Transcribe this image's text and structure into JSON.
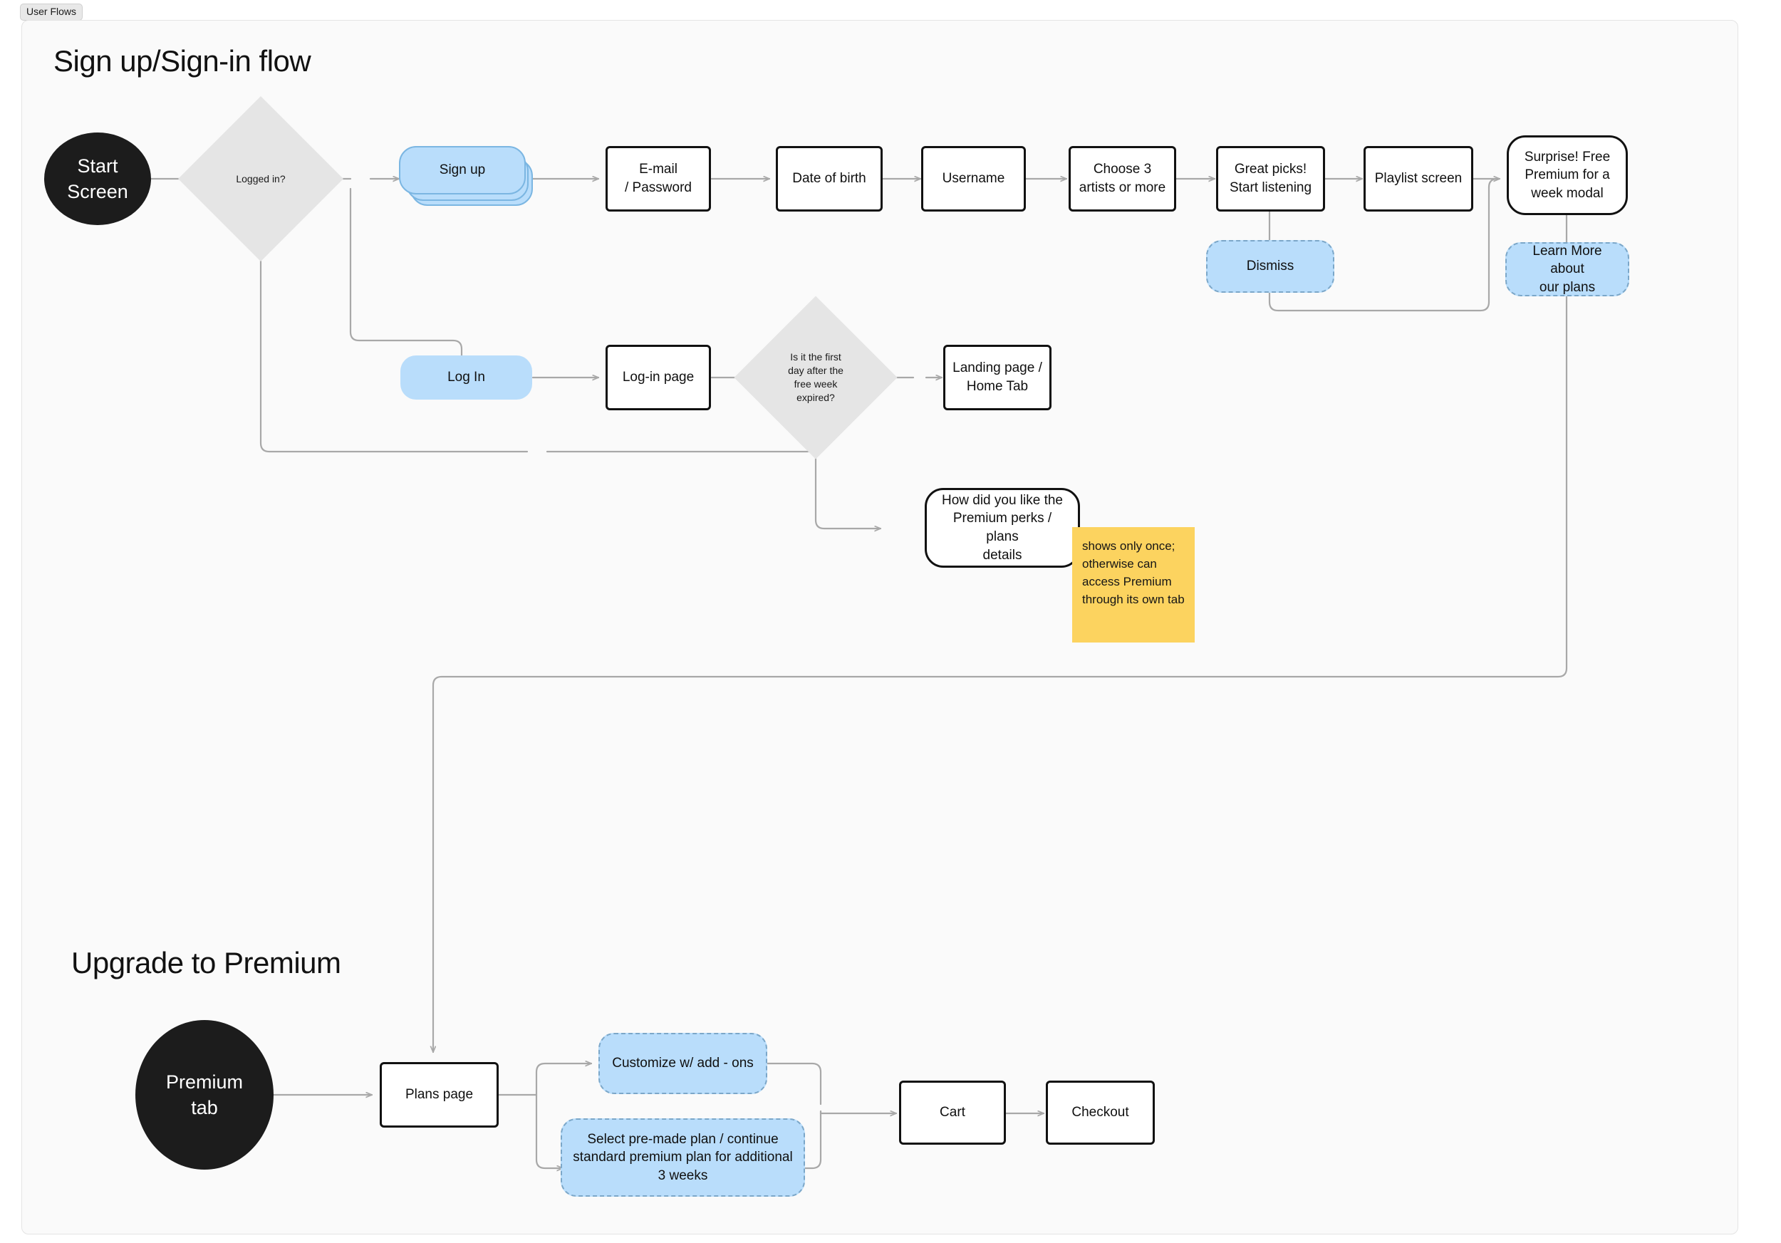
{
  "frame": {
    "tab_label": "User Flows"
  },
  "sections": {
    "signup": {
      "heading": "Sign up/Sign-in flow"
    },
    "premium": {
      "heading": "Upgrade to Premium"
    }
  },
  "nodes": {
    "start_screen": {
      "label_line1": "Start",
      "label_line2": "Screen",
      "type": "terminator"
    },
    "logged_in": {
      "label": "Logged in?",
      "type": "decision"
    },
    "sign_up": {
      "label": "Sign up",
      "type": "action-stack"
    },
    "email_password": {
      "label_line1": "E-mail",
      "label_line2": "/ Password",
      "type": "process"
    },
    "date_of_birth": {
      "label": "Date of birth",
      "type": "process"
    },
    "username": {
      "label": "Username",
      "type": "process"
    },
    "choose_artists": {
      "label_line1": "Choose 3",
      "label_line2": "artists or more",
      "type": "process"
    },
    "great_picks": {
      "label_line1": "Great picks!",
      "label_line2": "Start listening",
      "type": "process"
    },
    "playlist_screen": {
      "label": "Playlist screen",
      "type": "process"
    },
    "surprise_modal": {
      "label_line1": "Surprise! Free",
      "label_line2": "Premium for a",
      "label_line3": "week modal",
      "type": "softrect"
    },
    "dismiss": {
      "label": "Dismiss",
      "type": "action-dashed"
    },
    "learn_more": {
      "label_line1": "Learn More about",
      "label_line2": "our plans",
      "type": "action-dashed"
    },
    "log_in": {
      "label": "Log In",
      "type": "action-solid"
    },
    "login_page": {
      "label": "Log-in page",
      "type": "process"
    },
    "first_day": {
      "label_line1": "Is it the first",
      "label_line2": "day after the",
      "label_line3": "free week",
      "label_line4": "expired?",
      "type": "decision"
    },
    "landing_page": {
      "label_line1": "Landing page /",
      "label_line2": "Home Tab",
      "type": "process"
    },
    "premium_perks": {
      "label_line1": "How did you like the",
      "label_line2": "Premium perks / plans",
      "label_line3": "details",
      "type": "softrect"
    },
    "premium_tab": {
      "label_line1": "Premium",
      "label_line2": "tab",
      "type": "terminator"
    },
    "plans_page": {
      "label": "Plans page",
      "type": "process"
    },
    "customize_addons": {
      "label": "Customize w/ add - ons",
      "type": "action-dashed"
    },
    "select_premade": {
      "label_line1": "Select pre-made plan / continue",
      "label_line2": "standard premium plan for additional",
      "label_line3": "3 weeks",
      "type": "action-dashed"
    },
    "cart": {
      "label": "Cart",
      "type": "process"
    },
    "checkout": {
      "label": "Checkout",
      "type": "process"
    }
  },
  "annotations": {
    "sticky_note": "shows only once; otherwise can access Premium through its own tab"
  },
  "colors": {
    "canvas_bg": "#fafafa",
    "page_bg": "#ffffff",
    "terminator": "#1c1c1c",
    "decision": "#e5e5e5",
    "process_border": "#111111",
    "action_blue": "#b9ddfb",
    "action_dashed_border": "#7ba7c9",
    "connector": "#a8a8a8",
    "sticky": "#fcd35f"
  }
}
